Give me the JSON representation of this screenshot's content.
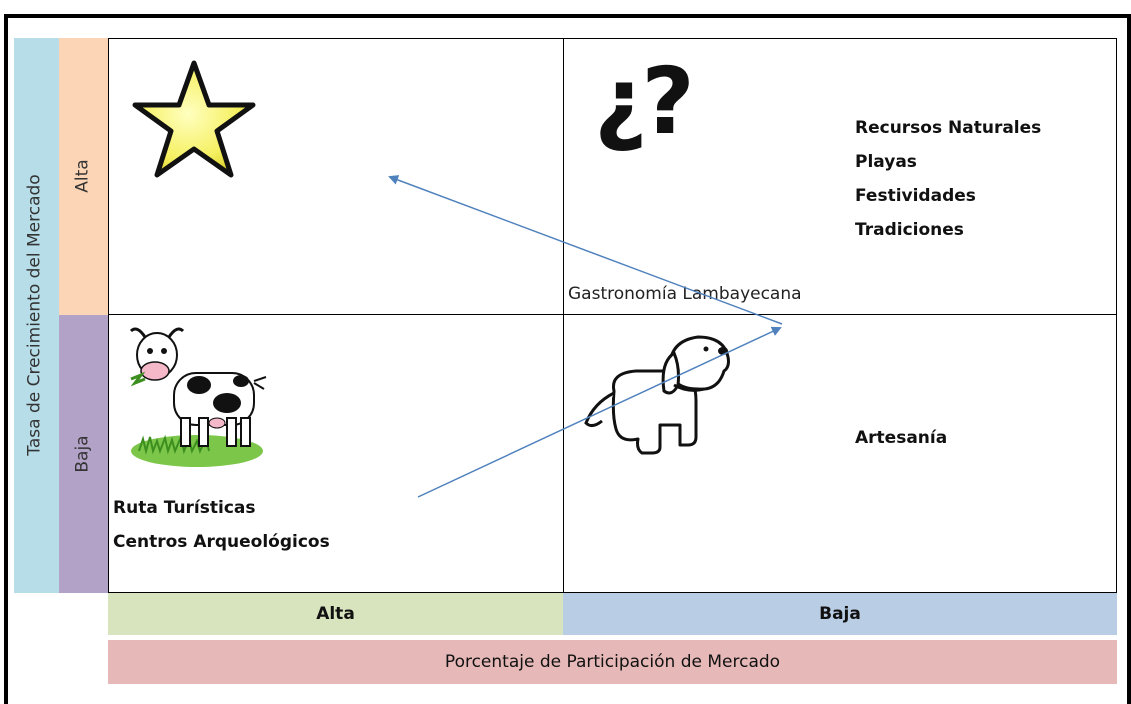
{
  "y_axis": {
    "title": "Tasa de Crecimiento del Mercado",
    "high": "Alta",
    "low": "Baja"
  },
  "x_axis": {
    "title": "Porcentaje de Participación de Mercado",
    "high": "Alta",
    "low": "Baja"
  },
  "quadrants": {
    "star": {
      "icon": "star-icon",
      "items": []
    },
    "question": {
      "symbol": "¿?",
      "icon": "question-marks-icon",
      "items": [
        "Recursos Naturales",
        "Playas",
        "Festividades",
        "Tradiciones"
      ]
    },
    "cow": {
      "icon": "cow-icon",
      "items": [
        "Ruta Turísticas",
        "Centros Arqueológicos"
      ]
    },
    "dog": {
      "icon": "dog-icon",
      "items": [
        "Artesanía"
      ]
    }
  },
  "center_label": "Gastronomía Lambayecana",
  "colors": {
    "y_title_band": "#b7dde8",
    "y_high_band": "#fbd5b5",
    "y_low_band": "#b3a2c7",
    "x_high_band": "#d7e4bd",
    "x_low_band": "#b9cde5",
    "x_title_band": "#e6b9b8",
    "arrow": "#4f81bd",
    "star_fill": "#f5f061"
  }
}
